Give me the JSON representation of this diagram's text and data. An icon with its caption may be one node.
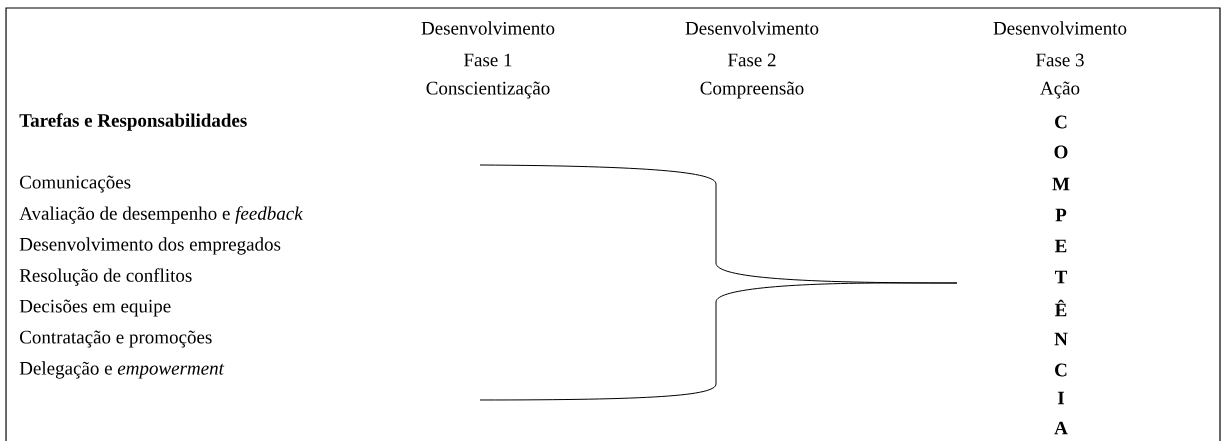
{
  "diagram": {
    "labels": [
      "Desenvolvimento",
      "Desenvolvimento",
      "Desenvolvimento",
      "Fase 1",
      "Fase 2",
      "Fase 3",
      "Conscientização",
      "Compreensão",
      "Ação",
      "Tarefas e Responsabilidades",
      "C",
      "O",
      "Comunicações",
      "M",
      "Avaliação de desempenho e *feedback*",
      "P",
      "Desenvolvimento dos empregados",
      "E",
      "Resolução de conflitos",
      "T",
      "Decisões em equipe",
      "Ê",
      "Contratação e promoções",
      "N",
      "Delegação e *empowerment*",
      "C",
      "I",
      "A"
    ]
  }
}
